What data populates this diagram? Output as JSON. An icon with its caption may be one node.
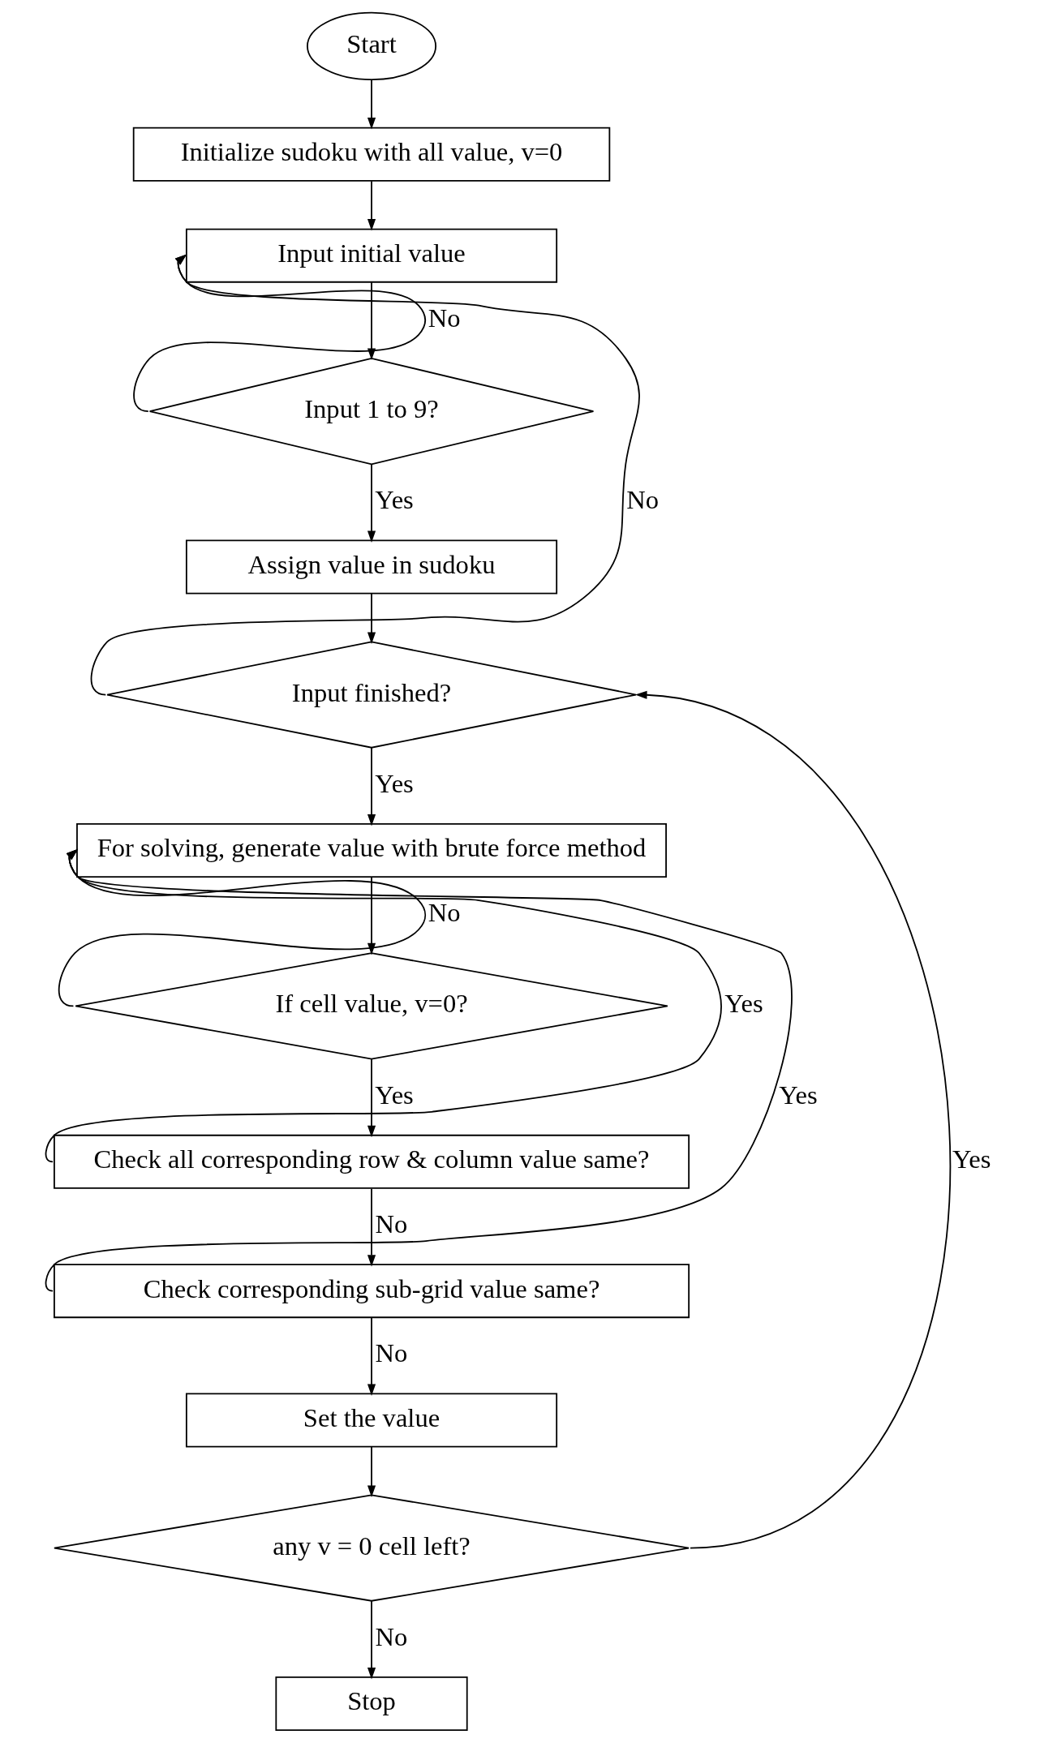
{
  "diagram": {
    "nodes": [
      {
        "text": [
          "Start"
        ]
      },
      {
        "text": [
          "Initialize sudoku with all value, v=0"
        ]
      },
      {
        "text": [
          "Input initial value"
        ]
      },
      {
        "text": [
          "Input 1 to 9?"
        ]
      },
      {
        "text": [
          "Assign value in sudoku"
        ]
      },
      {
        "text": [
          "Input finished?"
        ]
      },
      {
        "text": [
          "For solving, generate value with brute force method"
        ]
      },
      {
        "text": [
          "If cell value, v=0?"
        ]
      },
      {
        "text": [
          "Check all corresponding row & column value same?"
        ]
      },
      {
        "text": [
          "Check corresponding sub-grid value same?"
        ]
      },
      {
        "text": [
          "Set the value"
        ]
      },
      {
        "text": [
          "any v = 0 cell left?"
        ]
      },
      {
        "text": [
          "Stop"
        ]
      }
    ],
    "edges": [
      {
        "from": 0,
        "to": 1,
        "arrow": "to"
      },
      {
        "from": 1,
        "to": 2,
        "arrow": "to"
      },
      {
        "from": 2,
        "to": 3,
        "arrow": "to"
      },
      {
        "from": 3,
        "to": 2,
        "arrow": "to",
        "label": "No"
      },
      {
        "from": 3,
        "to": 4,
        "arrow": "to",
        "label": "Yes"
      },
      {
        "from": 4,
        "to": 5,
        "arrow": "to"
      },
      {
        "from": 5,
        "to": 2,
        "arrow": "to",
        "label": "No"
      },
      {
        "from": 5,
        "to": 6,
        "arrow": "to",
        "label": "Yes"
      },
      {
        "from": 6,
        "to": 7,
        "arrow": "to"
      },
      {
        "from": 7,
        "to": 6,
        "arrow": "to",
        "label": "No"
      },
      {
        "from": 7,
        "to": 8,
        "arrow": "to",
        "label": "Yes"
      },
      {
        "from": 8,
        "to": 6,
        "arrow": "to",
        "label": "Yes"
      },
      {
        "from": 8,
        "to": 9,
        "arrow": "to",
        "label": "No"
      },
      {
        "from": 9,
        "to": 6,
        "arrow": "to",
        "label": "Yes"
      },
      {
        "from": 9,
        "to": 10,
        "arrow": "to",
        "label": "No"
      },
      {
        "from": 10,
        "to": 11,
        "arrow": "to"
      },
      {
        "from": 11,
        "to": 5,
        "arrow": "to",
        "label": "Yes"
      },
      {
        "from": 11,
        "to": 12,
        "arrow": "to",
        "label": "No"
      }
    ]
  }
}
